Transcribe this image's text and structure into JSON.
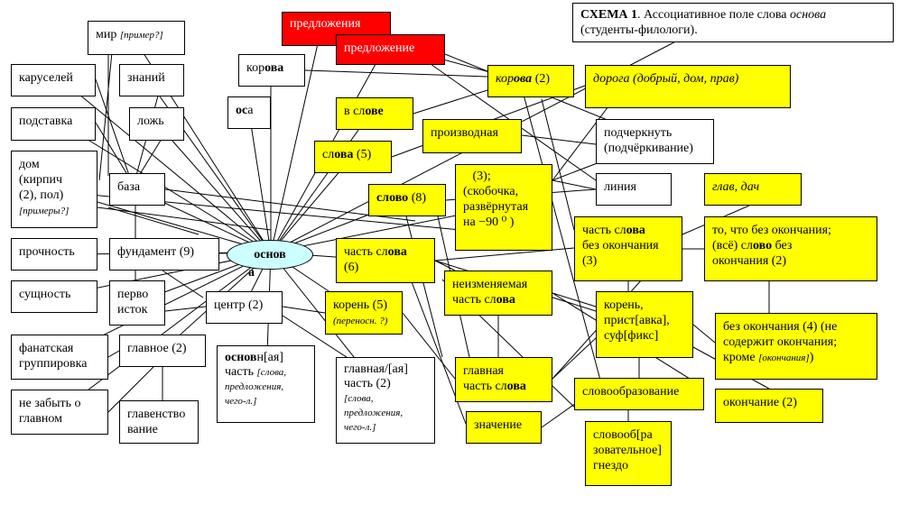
{
  "title": {
    "bold": "СХЕМА 1",
    "text": ". Ассоциативное поле слова ",
    "word": "основа",
    "line2": "(студенты-филологи)."
  },
  "center": {
    "label": "основ",
    "tail": "а"
  },
  "nodes": {
    "mir": [
      "мир ",
      {
        "t": "[пример?]",
        "c": "sm"
      }
    ],
    "karuselei": [
      "каруселей"
    ],
    "znanii": [
      "знаний"
    ],
    "podstavka": [
      "подставка"
    ],
    "lozh": [
      "ложь"
    ],
    "dom": [
      "дом",
      "\n",
      "(кирпич",
      "\n",
      "(2), пол)",
      "\n",
      {
        "t": "[примеры?]",
        "c": "sm"
      }
    ],
    "baza": [
      "база"
    ],
    "prochnost": [
      "прочность"
    ],
    "fundament": [
      "фундамент (9)"
    ],
    "sushchnost": [
      "сущность"
    ],
    "pervoistok": [
      "перво",
      "\n",
      "исток"
    ],
    "centr": [
      "центр (2)"
    ],
    "fanat": [
      "фанатская",
      "\n",
      "группировка"
    ],
    "glavnoe": [
      "главное (2)"
    ],
    "nezabyt": [
      "не забыть о",
      "\n",
      "главном"
    ],
    "glavenstvo": [
      "главенство",
      "\n",
      "вание"
    ],
    "osnovn": [
      {
        "t": "основ",
        "c": "b"
      },
      "н[ая]",
      "\n",
      "часть ",
      {
        "t": "[слова,",
        "c": "sm"
      },
      "\n",
      {
        "t": "предложения,",
        "c": "sm"
      },
      "\n",
      {
        "t": "чего-л.]",
        "c": "sm"
      }
    ],
    "glavnaya": [
      "главная/[ая]",
      "\n",
      "часть (2)",
      "\n",
      {
        "t": "[слова,",
        "c": "sm"
      },
      "\n",
      {
        "t": "предложения,",
        "c": "sm"
      },
      "\n",
      {
        "t": "чего-л.]",
        "c": "sm"
      }
    ],
    "korova_w": [
      "кор",
      {
        "t": "ова",
        "c": "b"
      }
    ],
    "osa": [
      {
        "t": "ос",
        "c": "b"
      },
      "а"
    ],
    "predlozheniya": [
      "предложения"
    ],
    "predlozhenie": [
      "предложение"
    ],
    "vslove": [
      "в сл",
      {
        "t": "ове",
        "c": "b"
      }
    ],
    "slova5": [
      "сл",
      {
        "t": "ова",
        "c": "b"
      },
      " (5)"
    ],
    "proizvodnaya": [
      "производная"
    ],
    "slovo8": [
      {
        "t": "слово",
        "c": "b"
      },
      " (8)"
    ],
    "chastslova6": [
      "часть сл",
      {
        "t": "ова",
        "c": "b"
      },
      "\n",
      "(6)"
    ],
    "koren5": [
      "корень (5)",
      "\n",
      {
        "t": "(переносн. ?)",
        "c": "sm"
      }
    ],
    "skobochka": [
      "   (3);",
      "\n",
      "(скобочка,",
      "\n",
      "развёрнутая",
      "\n",
      "на −90 ⁰ )"
    ],
    "korova2": [
      {
        "t": "кор",
        "c": "i"
      },
      {
        "t": "ова",
        "c": "b i"
      },
      " (2)"
    ],
    "doroga": [
      {
        "t": "дорога (добрый, дом, прав)",
        "c": "i"
      }
    ],
    "podcherknut": [
      "подчеркнуть",
      "\n",
      "(подчёркивание)"
    ],
    "liniya": [
      "линия"
    ],
    "nezmenyaemaya": [
      "неизменяемая",
      "\n",
      "часть сл",
      {
        "t": "ова",
        "c": "b"
      }
    ],
    "glavnayachast": [
      "главная",
      "\n",
      "часть сл",
      {
        "t": "ова",
        "c": "b"
      }
    ],
    "znachenie": [
      "значение"
    ],
    "chastbezok": [
      "часть сл",
      {
        "t": "ова",
        "c": "b"
      },
      "\n",
      "без окончания",
      "\n",
      "(3)"
    ],
    "koren_prist": [
      "корень,",
      "\n",
      "прист[авка],",
      "\n",
      "суф[фикс]"
    ],
    "slovoobr": [
      "словообразование"
    ],
    "slovoobgnezdo": [
      "словооб[ра",
      "\n",
      "зовательное]",
      "\n",
      "гнездо"
    ],
    "glavdach": [
      {
        "t": "глав, дач",
        "c": "i"
      }
    ],
    "tochto": [
      "то, что без окончания;",
      "\n",
      "(всё) сл",
      {
        "t": "ово",
        "c": "b"
      },
      " без",
      "\n",
      "окончания (2)"
    ],
    "bezokonch": [
      "без окончания (4) (не",
      "\n",
      "содержит окончания;",
      "\n",
      "кроме ",
      {
        "t": "[окончания]",
        "c": "sm"
      },
      ")"
    ],
    "okonchanie": [
      "окончание (2)"
    ]
  }
}
